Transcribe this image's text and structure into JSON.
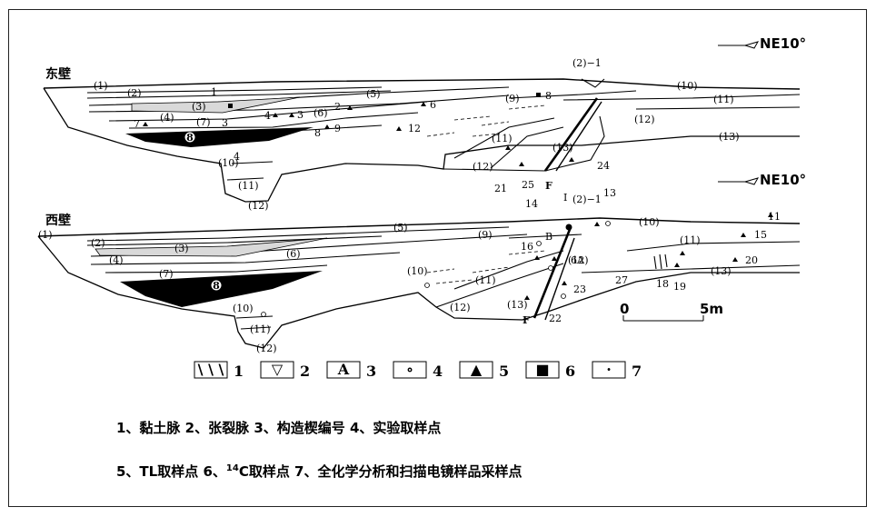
{
  "east_wall": {
    "title": "东壁",
    "orientation": "NE10°",
    "units": [
      "(1)",
      "(2)",
      "(3)",
      "(4)",
      "(5)",
      "(6)",
      "(7)",
      "(9)",
      "(10)",
      "(11)",
      "(12)",
      "(13)",
      "(10)",
      "(11)",
      "(12)",
      "(11)",
      "(12)",
      "(13)",
      "(2)−1"
    ],
    "samples": [
      "1",
      "2",
      "3",
      "4",
      "6",
      "7",
      "8",
      "9",
      "12",
      "21",
      "24",
      "25",
      "3",
      "4",
      "8"
    ],
    "wedge": "8",
    "fault": "F"
  },
  "west_wall": {
    "title": "西壁",
    "orientation": "NE10°",
    "units": [
      "(1)",
      "(2)",
      "(3)",
      "(4)",
      "(5)",
      "(6)",
      "(7)",
      "(9)",
      "(10)",
      "(10)",
      "(11)",
      "(12)",
      "(13)",
      "(10)",
      "(11)",
      "(12)",
      "(11)",
      "(12)",
      "(13)",
      "(2)−1"
    ],
    "samples": [
      "I",
      "11",
      "13",
      "14",
      "15",
      "16",
      "18",
      "19",
      "20",
      "22",
      "23",
      "27",
      "B",
      "6A"
    ],
    "wedge": "8",
    "fault": "F"
  },
  "scale_bar": {
    "start": "0",
    "end": "5m"
  },
  "legend_boxes": [
    {
      "num": "1",
      "glyph": "\\ \\ \\"
    },
    {
      "num": "2",
      "glyph": "▽"
    },
    {
      "num": "3",
      "glyph": "A"
    },
    {
      "num": "4",
      "glyph": "∘"
    },
    {
      "num": "5",
      "glyph": "▲"
    },
    {
      "num": "6",
      "glyph": "■"
    },
    {
      "num": "7",
      "glyph": "·"
    }
  ],
  "caption": {
    "line1": "1、黏土脉    2、张裂脉    3、构造楔编号    4、实验取样点",
    "line2_a": "5、TL取样点      6、",
    "line2_sup": "14",
    "line2_b": "C取样点    7、全化学分析和扫描电镜样品采样点"
  }
}
